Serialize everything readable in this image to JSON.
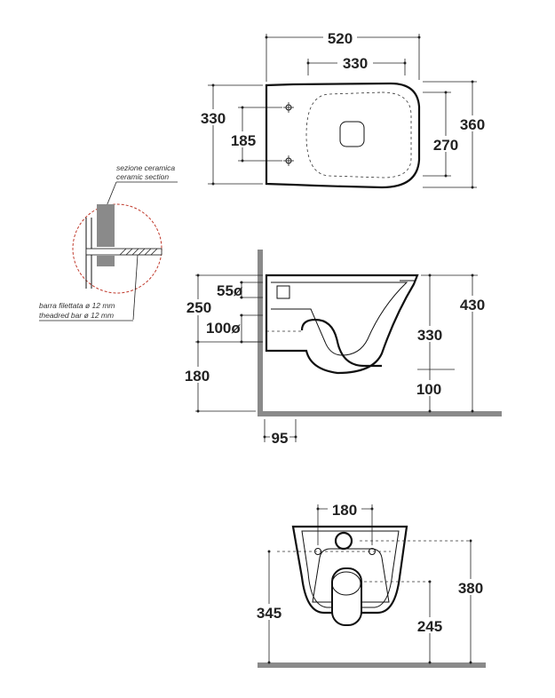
{
  "top_view": {
    "length": "520",
    "fix_distance": "330",
    "width_left": "330",
    "bolt_spacing": "185",
    "width_right": "360",
    "inner_width": "270"
  },
  "detail": {
    "label_ceramic_it": "sezione ceramica",
    "label_ceramic_en": "ceramic section",
    "label_bar_it": "barra filettata ø 12 mm",
    "label_bar_en": "theadred bar ø 12 mm"
  },
  "side_view": {
    "inlet_55": "55ø",
    "outlet_100": "100ø",
    "height_250": "250",
    "height_180": "180",
    "height_430": "430",
    "height_330": "330",
    "outlet_100_h": "100",
    "wall_95": "95"
  },
  "rear_view": {
    "bolt_spacing": "180",
    "height_345": "345",
    "height_380": "380",
    "height_245": "245"
  }
}
